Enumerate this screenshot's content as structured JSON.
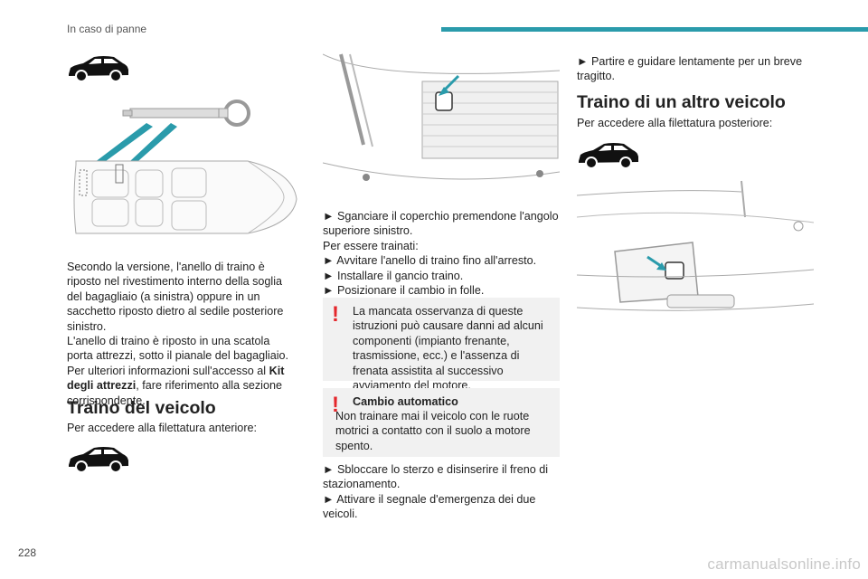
{
  "header": {
    "section": "In caso di panne",
    "accent_color": "#2a9bab"
  },
  "page_number": "228",
  "footer": "carmanualsonline.info",
  "icons": {
    "car": "car-side-icon",
    "warning": "exclamation-icon"
  },
  "col1": {
    "p1": "Secondo la versione, l'anello di traino è riposto nel rivestimento interno della soglia del bagagliaio (a sinistra) oppure in un sacchetto riposto dietro al sedile posteriore sinistro.",
    "p2": "L'anello di traino è riposto in una scatola porta attrezzi, sotto il pianale del bagagliaio.",
    "p3_a": "Per ulteriori informazioni sull'accesso al ",
    "p3_b": "Kit degli attrezzi",
    "p3_c": ", fare riferimento alla sezione corrispondente.",
    "h2": "Traino del veicolo",
    "p4": "Per accedere alla filettatura anteriore:"
  },
  "col2": {
    "s1": "► Sganciare il coperchio premendone l'angolo superiore sinistro.",
    "s2": "Per essere trainati:",
    "s3": "► Avvitare l'anello di traino fino all'arresto.",
    "s4": "► Installare il gancio traino.",
    "s5": "► Posizionare il cambio in folle.",
    "warn1": "La mancata osservanza di queste istruzioni può causare danni ad alcuni componenti (impianto frenante, trasmissione, ecc.) e l'assenza di frenata assistita al successivo avviamento del motore.",
    "warn2_title": "Cambio automatico",
    "warn2_body": "Non trainare mai il veicolo con le ruote motrici a contatto con il suolo a motore spento.",
    "s6": "► Sbloccare lo sterzo e disinserire il freno di stazionamento.",
    "s7": "► Attivare il segnale d'emergenza dei due veicoli."
  },
  "col3": {
    "s1": "► Partire e guidare lentamente per un breve tragitto.",
    "h2": "Traino di un altro veicolo",
    "p1": "Per accedere alla filettatura posteriore:"
  }
}
